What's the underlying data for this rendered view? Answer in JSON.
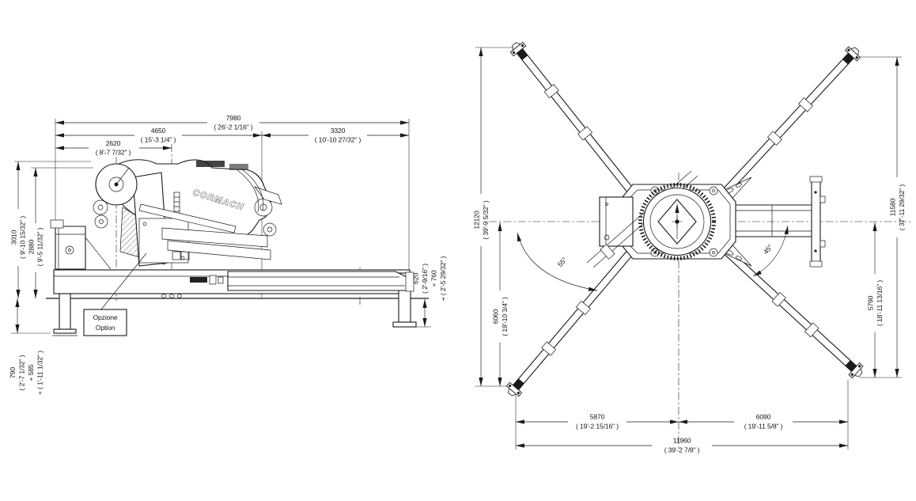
{
  "drawing": {
    "type": "crane-dimensional-drawing",
    "brand": "CORMACH",
    "side_view": {
      "option_box": {
        "line1": "Opzione",
        "line2": "Option"
      },
      "dims": {
        "overall_length": {
          "mm": "7980",
          "imp": "( 26'-2 1/16\" )"
        },
        "length_to_column": {
          "mm": "4650",
          "imp": "( 15'-3 1/4\" )"
        },
        "length_front": {
          "mm": "2620",
          "imp": "( 8'-7 7/32\" )"
        },
        "length_rear": {
          "mm": "3320",
          "imp": "( 10'-10 27/32\" )"
        },
        "height_overall": {
          "mm": "3010",
          "imp": "( 9'-10 15/32\" )"
        },
        "height_boom": {
          "mm": "2880",
          "imp": "( 9'-5 11/32\" )"
        },
        "stabilizer_drop_left": {
          "mm": "790",
          "imp": "( 2'-7 1/32\" )",
          "ext_mm": "+ 585",
          "ext_imp": "+ ( 1'-11 1/32\" )"
        },
        "stabilizer_drop_right": {
          "mm": "620",
          "imp": "( 2'-9/16\" )",
          "ext_mm": "+ 760",
          "ext_imp": "+ ( 2'-5 29/32\" )"
        }
      }
    },
    "top_view": {
      "dims": {
        "spread_left": {
          "mm": "12120",
          "imp": "( 39'-9 5/32\" )"
        },
        "spread_left_half": {
          "mm": "6060",
          "imp": "( 19'-10 3/4\" )"
        },
        "spread_right": {
          "mm": "11580",
          "imp": "( 37'-11 29/32\" )"
        },
        "spread_right_half": {
          "mm": "5790",
          "imp": "( 18'-11 13/16\" )"
        },
        "span_left_half": {
          "mm": "5870",
          "imp": "( 19'-2 15/16\" )"
        },
        "span_right_half": {
          "mm": "6090",
          "imp": "( 19'-11 5/8\" )"
        },
        "span_total": {
          "mm": "11960",
          "imp": "( 39'-2 7/8\" )"
        },
        "angle_left": "55°",
        "angle_right": "45°"
      }
    }
  }
}
